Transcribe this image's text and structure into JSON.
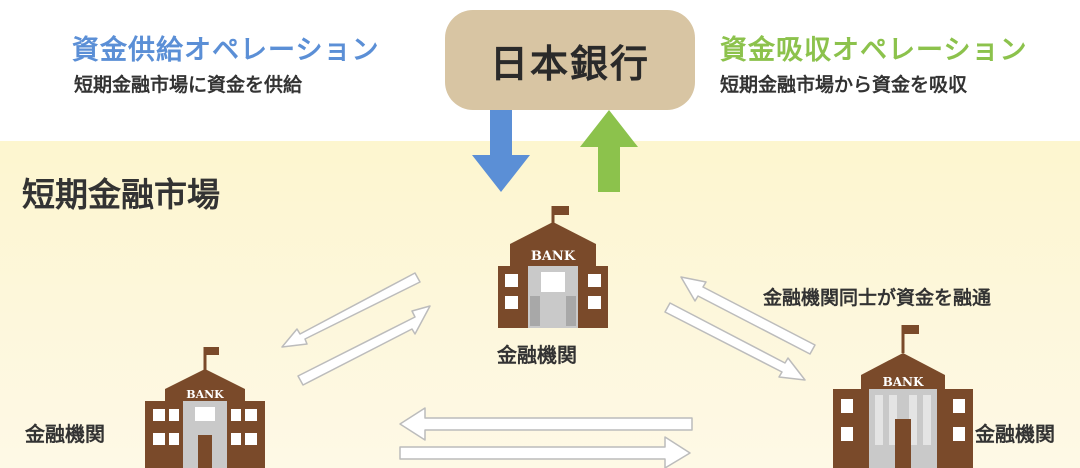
{
  "boj": {
    "label": "日本銀行",
    "color": "#d8c5a3"
  },
  "supply_operation": {
    "title": "資金供給オペレーション",
    "description": "短期金融市場に資金を供給",
    "color": "#5b8fd6"
  },
  "absorb_operation": {
    "title": "資金吸収オペレーション",
    "description": "短期金融市場から資金を吸収",
    "color": "#8cc24c"
  },
  "market": {
    "title": "短期金融市場",
    "background": "#fdf6d4"
  },
  "institutions": [
    {
      "id": "center",
      "label": "金融機関",
      "bank_sign": "BANK"
    },
    {
      "id": "left",
      "label": "金融機関",
      "bank_sign": "BANK"
    },
    {
      "id": "right",
      "label": "金融機関",
      "bank_sign": "BANK"
    }
  ],
  "interbank_note": "金融機関同士が資金を融通",
  "colors": {
    "building": "#7a4a2a",
    "window": "#ffffff",
    "door": "#c9c9c9",
    "flow_arrow_outline": "#bcbcbc"
  }
}
